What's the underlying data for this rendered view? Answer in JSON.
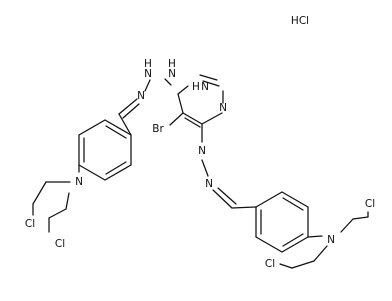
{
  "molecule": {
    "salt": "HCl",
    "atoms": {
      "n_top_1": "N",
      "h_top_1": "H",
      "n_top_2": "N",
      "h_top_2": "H",
      "n_ring_h": "N",
      "h_ring": "H",
      "n_ring": "N",
      "br": "Br",
      "n_azo_1": "N",
      "n_azo_2": "N",
      "n_amine_left": "N",
      "n_amine_right": "N",
      "cl_1": "Cl",
      "cl_2": "Cl",
      "cl_3": "Cl",
      "cl_4": "Cl"
    }
  }
}
